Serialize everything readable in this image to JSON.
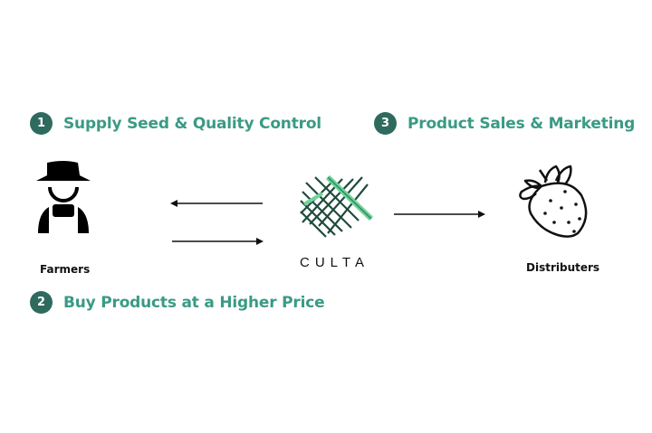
{
  "steps": [
    {
      "number": "1",
      "text": "Supply Seed & Quality Control"
    },
    {
      "number": "2",
      "text": "Buy Products at a Higher Price"
    },
    {
      "number": "3",
      "text": "Product Sales & Marketing"
    }
  ],
  "nodes": {
    "farmers": "Farmers",
    "distributers": "Distributers",
    "brand": "CULTA"
  },
  "colors": {
    "accent": "#3a9a85",
    "badge": "#2e6b5e",
    "logo_light": "#6fd39a",
    "logo_dark": "#1f4a3c"
  }
}
